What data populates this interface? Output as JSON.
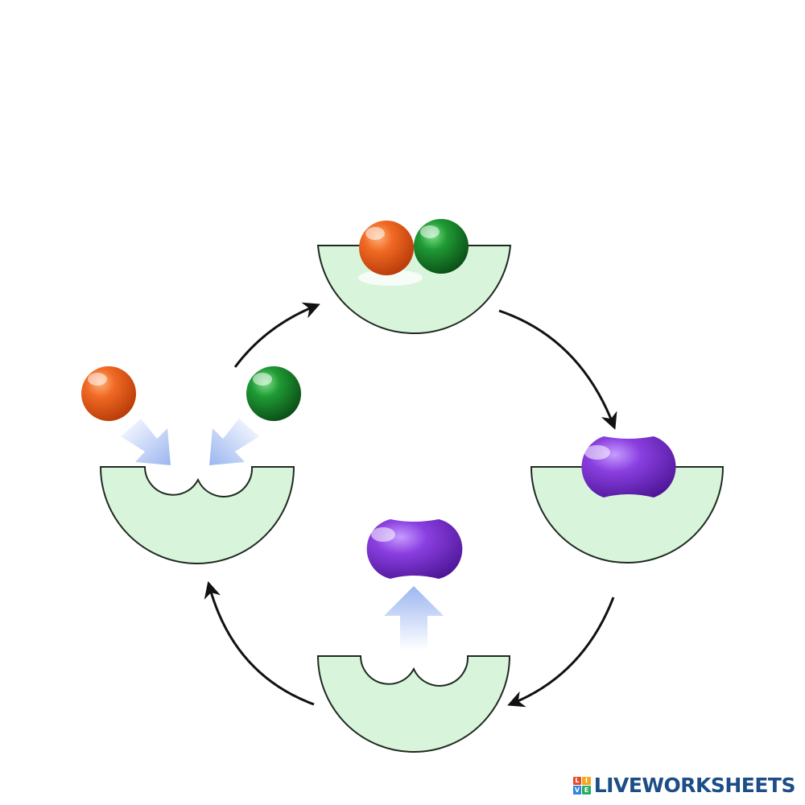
{
  "watermark": {
    "text": "LIVEWORKSHEETS",
    "logo_letters": [
      "L",
      "I",
      "V",
      "E"
    ],
    "logo_colors": [
      "#e84a2b",
      "#f5a623",
      "#2e86de",
      "#27ae60"
    ]
  },
  "colors": {
    "enzyme_fill": "#d8f5dc",
    "enzyme_stroke": "#1f2a1f",
    "substrate_a": "#e05a1c",
    "substrate_b": "#1d8a2e",
    "product": "#8a3fd6",
    "binding_arrow": "#a9bff2",
    "cycle_arrow": "#111111"
  },
  "icons": [
    "enzyme-icon",
    "substrate-a-icon",
    "substrate-b-icon",
    "product-icon",
    "cycle-arrow-icon",
    "binding-arrow-icon"
  ]
}
